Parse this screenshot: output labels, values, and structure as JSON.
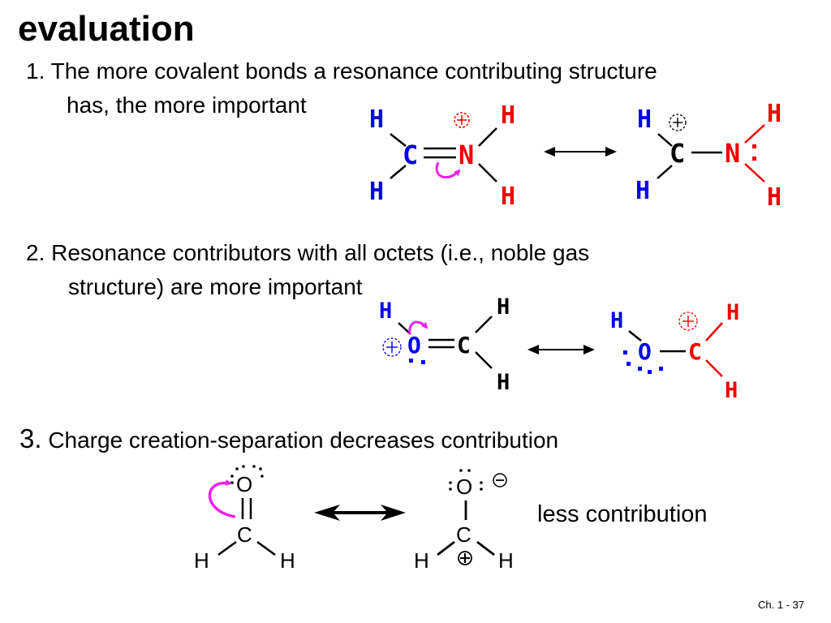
{
  "slide": {
    "title": "evaluation",
    "point1_line1": "1. The more covalent bonds a resonance contributing structure",
    "point1_line2": "has, the more important",
    "point2_line1": "2. Resonance contributors with all octets (i.e., noble gas",
    "point2_line2": "structure) are more important",
    "point3_number": "3.",
    "point3_text": "Charge creation-separation decreases contribution",
    "less_contribution": "less contribution",
    "footer": "Ch. 1 - 37"
  },
  "atoms": {
    "H": "H",
    "C": "C",
    "N": "N",
    "O": "O"
  },
  "colors": {
    "blue": "#0000ee",
    "red": "#ee0000",
    "magenta": "#ee22ee",
    "black": "#000000"
  },
  "icons": [
    "plus-charge-icon",
    "minus-charge-icon",
    "lone-pair-dots-icon",
    "curved-arrow-icon",
    "resonance-arrow-icon"
  ]
}
